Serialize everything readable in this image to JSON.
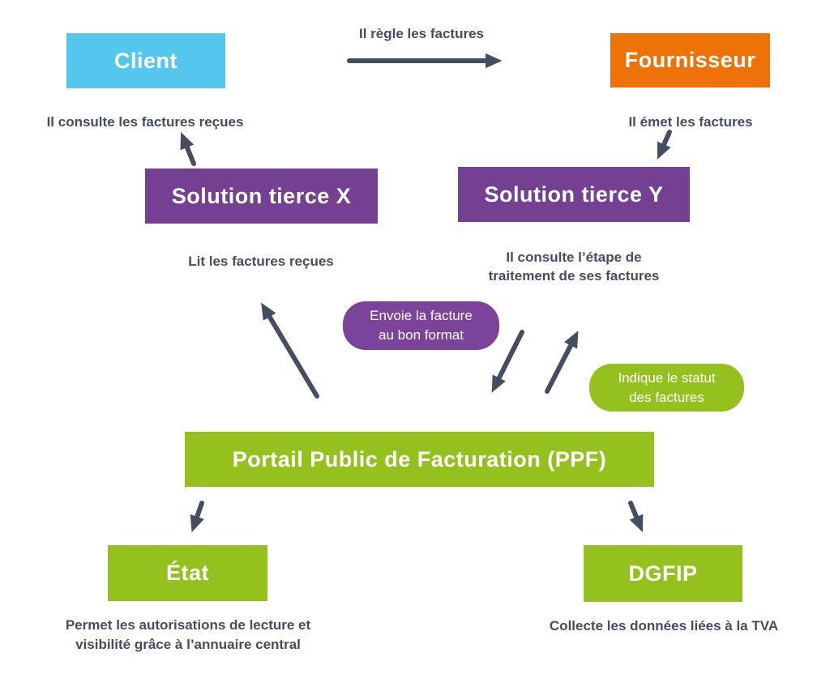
{
  "colors": {
    "client_blue": "#55C7EF",
    "fournisseur_orange": "#EE7205",
    "solution_purple": "#753F92",
    "pill_purple": "#7B4399",
    "green": "#95C11E",
    "text_dark": "#464D61",
    "label_white": "#FFFFFF"
  },
  "nodes": {
    "client": {
      "label": "Client"
    },
    "fournisseur": {
      "label": "Fournisseur"
    },
    "solution_x": {
      "label": "Solution tierce X"
    },
    "solution_y": {
      "label": "Solution tierce Y"
    },
    "ppf": {
      "label": "Portail Public de Facturation (PPF)"
    },
    "etat": {
      "label": "État"
    },
    "dgfip": {
      "label": "DGFIP"
    }
  },
  "captions": {
    "regle": "Il règle les factures",
    "consulte_recues": "Il consulte les factures reçues",
    "emet": "Il émet les factures",
    "lit": "Lit les factures reçues",
    "consulte_etape_line1": "Il consulte l’étape de",
    "consulte_etape_line2": "traitement de ses factures",
    "permet_line1": "Permet les autorisations de lecture et",
    "permet_line2": "visibilité grâce à l’annuaire central",
    "collecte": "Collecte les données liées à la TVA"
  },
  "pills": {
    "envoie": {
      "line1": "Envoie la facture",
      "line2": "au bon format"
    },
    "indique": {
      "line1": "Indique le statut",
      "line2": "des factures"
    }
  }
}
